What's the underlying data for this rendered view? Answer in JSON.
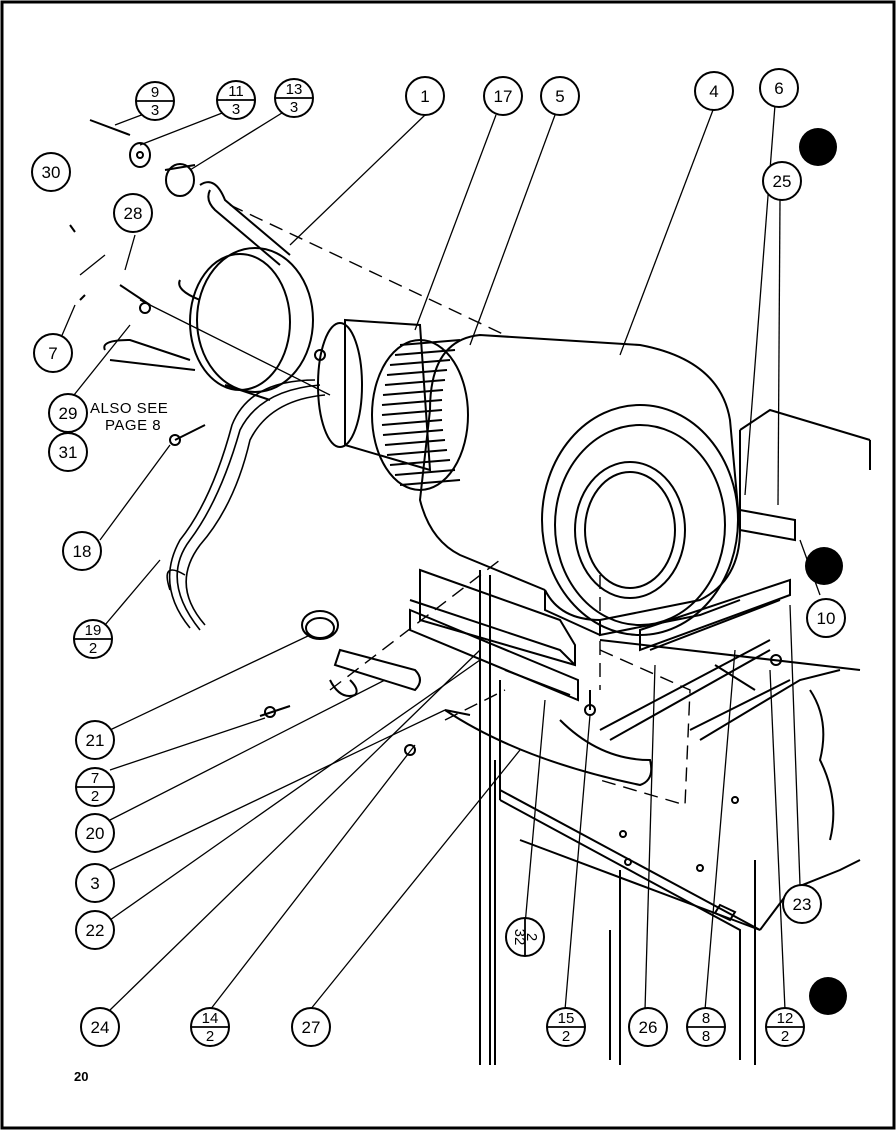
{
  "diagram": {
    "page_number": "20",
    "note": {
      "line1": "ALSO SEE",
      "line2": "PAGE 8"
    },
    "callouts": [
      {
        "id": "c1",
        "label": "1"
      },
      {
        "id": "c17",
        "label": "17"
      },
      {
        "id": "c5",
        "label": "5"
      },
      {
        "id": "c4",
        "label": "4"
      },
      {
        "id": "c6",
        "label": "6"
      },
      {
        "id": "c25",
        "label": "25"
      },
      {
        "id": "c30",
        "label": "30"
      },
      {
        "id": "c28",
        "label": "28"
      },
      {
        "id": "c7",
        "label": "7"
      },
      {
        "id": "c29",
        "label": "29"
      },
      {
        "id": "c31",
        "label": "31"
      },
      {
        "id": "c18",
        "label": "18"
      },
      {
        "id": "c10",
        "label": "10"
      },
      {
        "id": "c21",
        "label": "21"
      },
      {
        "id": "c20",
        "label": "20"
      },
      {
        "id": "c3",
        "label": "3"
      },
      {
        "id": "c22",
        "label": "22"
      },
      {
        "id": "c23",
        "label": "23"
      },
      {
        "id": "c24",
        "label": "24"
      },
      {
        "id": "c27",
        "label": "27"
      },
      {
        "id": "c26",
        "label": "26"
      }
    ],
    "fractions": [
      {
        "id": "f9_3",
        "top": "9",
        "bottom": "3"
      },
      {
        "id": "f11_3",
        "top": "11",
        "bottom": "3"
      },
      {
        "id": "f13_3",
        "top": "13",
        "bottom": "3"
      },
      {
        "id": "f19_2",
        "top": "19",
        "bottom": "2"
      },
      {
        "id": "f7_2",
        "top": "7",
        "bottom": "2"
      },
      {
        "id": "f32_2",
        "top": "32",
        "bottom": "2"
      },
      {
        "id": "f14_2",
        "top": "14",
        "bottom": "2"
      },
      {
        "id": "f15_2",
        "top": "15",
        "bottom": "2"
      },
      {
        "id": "f8_8",
        "top": "8",
        "bottom": "8"
      },
      {
        "id": "f12_2",
        "top": "12",
        "bottom": "2"
      }
    ]
  }
}
